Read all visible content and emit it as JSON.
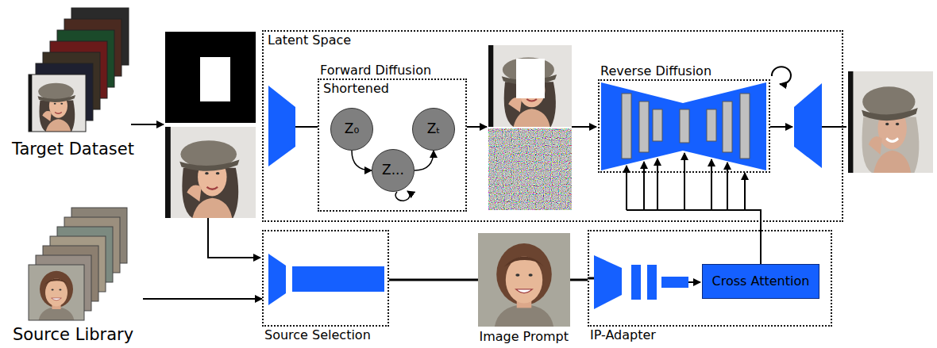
{
  "diagram": {
    "nodes": [
      {
        "text": [
          "Target Dataset"
        ]
      },
      {
        "text": [
          "Latent Space"
        ]
      },
      {
        "text": [
          "Forward Diffusion",
          "Shortened"
        ],
        "in": 1
      },
      {
        "text": [
          "Z₀"
        ],
        "in": 2
      },
      {
        "text": [
          "Zₜ"
        ],
        "in": 2
      },
      {
        "text": [
          "Z..."
        ],
        "in": 2
      },
      {
        "text": [
          "Reverse Diffusion"
        ],
        "in": 1
      },
      {
        "text": [
          "Source Library"
        ]
      },
      {
        "text": [
          "Source Selection"
        ]
      },
      {
        "text": [
          "Image Prompt"
        ]
      },
      {
        "text": [
          "IP-Adapter"
        ]
      },
      {
        "text": [
          "Cross Attention"
        ],
        "in": 10
      }
    ],
    "edges": [
      {
        "from": 3,
        "to": 5,
        "arrow": "to"
      },
      {
        "from": 5,
        "to": 4,
        "arrow": "to"
      },
      {
        "from": 7,
        "to": 8,
        "arrow": "to"
      },
      {
        "from": 8,
        "to": 9,
        "arrow": "none"
      },
      {
        "from": 9,
        "to": 10,
        "arrow": "none"
      },
      {
        "from": 11,
        "to": 6,
        "arrow": "to"
      }
    ]
  }
}
